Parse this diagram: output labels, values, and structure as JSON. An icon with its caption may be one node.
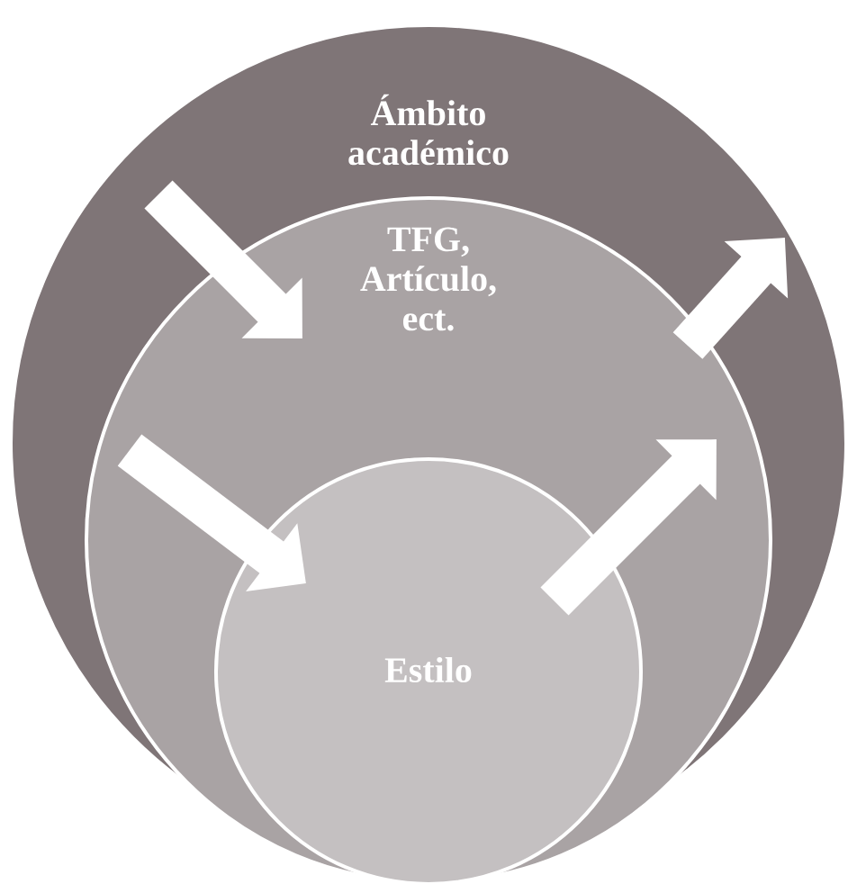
{
  "diagram": {
    "nodes": [
      {
        "text": [
          "Ámbito académico"
        ]
      },
      {
        "text": [
          "TFG, Artículo, ect."
        ],
        "in": 0
      },
      {
        "text": [
          "Estilo"
        ],
        "in": 1
      }
    ],
    "edges": [
      {
        "from": 0,
        "to": 1,
        "arrow": "to"
      },
      {
        "from": 1,
        "to": 0,
        "arrow": "to"
      },
      {
        "from": 1,
        "to": 2,
        "arrow": "to"
      },
      {
        "from": 2,
        "to": 1,
        "arrow": "to"
      }
    ]
  }
}
